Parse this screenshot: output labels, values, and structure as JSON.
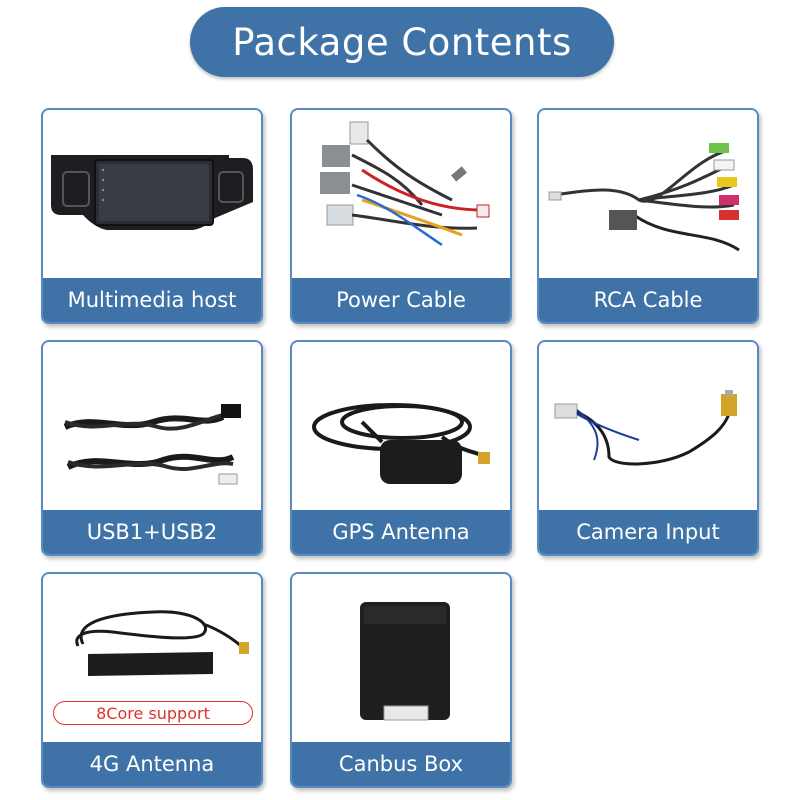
{
  "title": "Package Contents",
  "items": [
    {
      "label": "Multimedia host"
    },
    {
      "label": "Power Cable"
    },
    {
      "label": "RCA Cable"
    },
    {
      "label": "USB1+USB2"
    },
    {
      "label": "GPS Antenna"
    },
    {
      "label": "Camera Input"
    },
    {
      "label": "4G Antenna",
      "badge": "8Core support"
    },
    {
      "label": "Canbus Box"
    }
  ],
  "colors": {
    "accent": "#3f73a8",
    "border": "#5a8bc0",
    "badge": "#d9352b"
  }
}
